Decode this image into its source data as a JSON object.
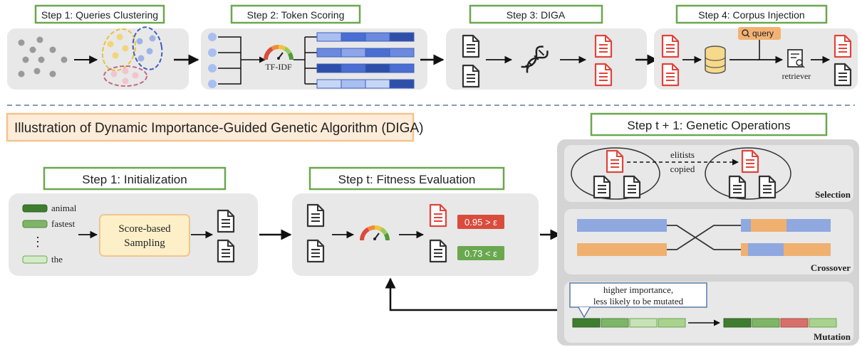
{
  "top_steps": {
    "step1": "Step 1: Queries Clustering",
    "step2": "Step 2: Token Scoring",
    "step3": "Step 3: DIGA",
    "step4": "Step 4: Corpus Injection"
  },
  "token_scoring": {
    "metric_label": "TF-IDF"
  },
  "corpus_injection": {
    "query_label": "query",
    "retriever_label": "retriever"
  },
  "diga_title": "Illustration of Dynamic Importance-Guided Genetic Algorithm (DIGA)",
  "init": {
    "title": "Step 1: Initialization",
    "tokens": [
      "animal",
      "fastest",
      "the"
    ],
    "ellipsis": "⋮",
    "sampling_line1": "Score-based",
    "sampling_line2": "Sampling"
  },
  "fitness": {
    "title": "Step t: Fitness Evaluation",
    "score_high": "0.95 > ε",
    "score_low": "0.73 < ε"
  },
  "genetic": {
    "title": "Step t + 1: Genetic Operations",
    "elitists_line1": "elitists",
    "elitists_line2": "copied",
    "selection_label": "Selection",
    "crossover_label": "Crossover",
    "mutation_label": "Mutation",
    "mutation_note_line1": "higher importance,",
    "mutation_note_line2": "less likely to be mutated"
  },
  "colors": {
    "step_border": "#6aa84f",
    "panel_bg": "#e8e8e8",
    "doc_red": "#e0443b",
    "doc_dark": "#333333",
    "blue": "#8fa8e0",
    "orange": "#f0b070",
    "title_box_fill": "#fdecd9",
    "title_box_border": "#f3c58e",
    "score_red": "#d94c3d",
    "score_green": "#6aa84f"
  }
}
